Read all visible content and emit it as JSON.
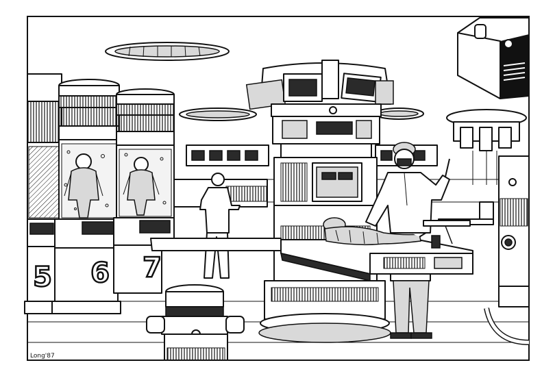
{
  "illustration": {
    "tanks": [
      {
        "number": "5"
      },
      {
        "number": "6"
      },
      {
        "number": "7"
      }
    ],
    "signature": "Long'87"
  }
}
